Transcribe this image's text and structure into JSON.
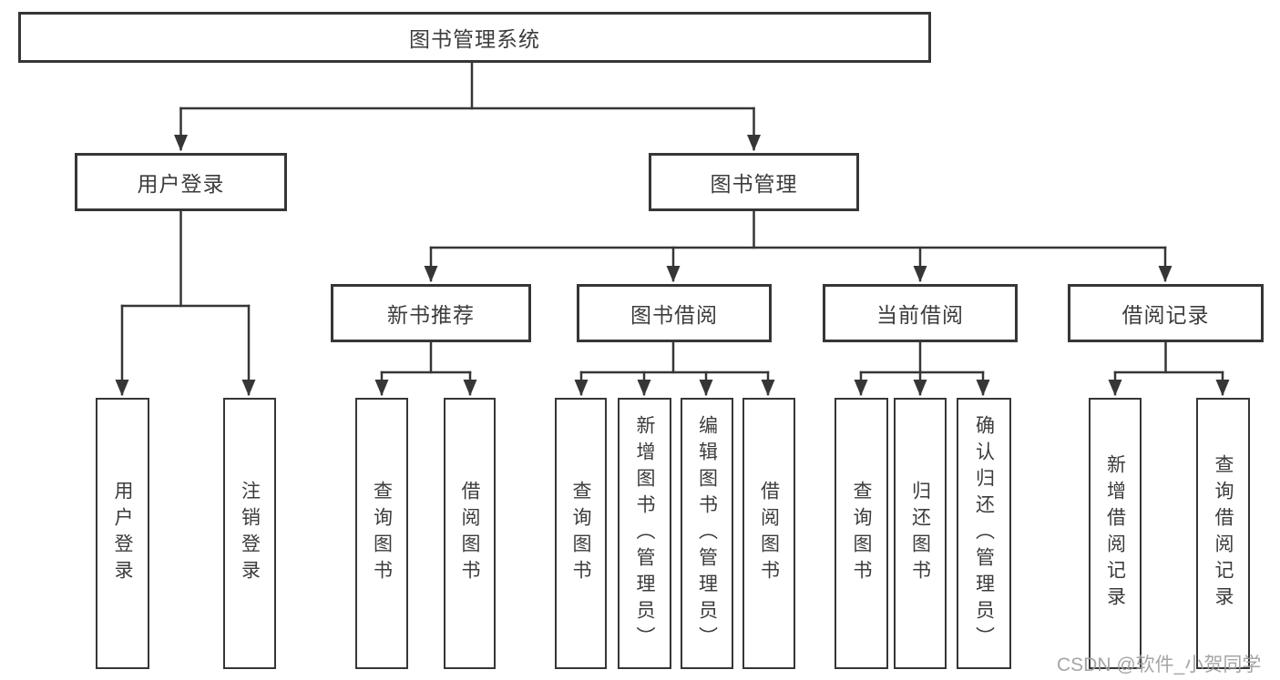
{
  "colors": {
    "line": "#363636",
    "text": "#3c3c3c",
    "watermark": "#9e9e9e",
    "background": "#ffffff"
  },
  "nodes": {
    "root": "图书管理系统",
    "user_login": "用户登录",
    "book_management": "图书管理",
    "new_book_recommend": "新书推荐",
    "book_borrowing": "图书借阅",
    "current_borrowing": "当前借阅",
    "borrowing_records": "借阅记录",
    "leaves": {
      "user_login": [
        "用户登录",
        "注销登录"
      ],
      "new_book_recommend": [
        "查询图书",
        "借阅图书"
      ],
      "book_borrowing": [
        "查询图书",
        "新增图书（管理员）",
        "编辑图书（管理员）",
        "借阅图书"
      ],
      "current_borrowing": [
        "查询图书",
        "归还图书",
        "确认归还（管理员）"
      ],
      "borrowing_records": [
        "新增借阅记录",
        "查询借阅记录"
      ]
    }
  },
  "watermark": "CSDN @软件_小贺同学"
}
